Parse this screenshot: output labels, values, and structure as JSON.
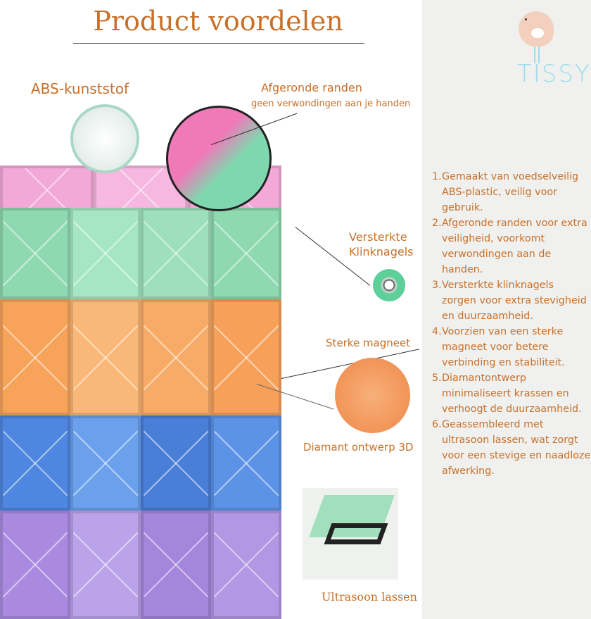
{
  "title": "Product voordelen",
  "brand": {
    "logo_text": "TISSY"
  },
  "callouts": {
    "abs": "ABS-kunststof",
    "edges_title": "Afgeronde randen",
    "edges_sub": "geen verwondingen aan je handen",
    "rivets_line1": "Versterkte",
    "rivets_line2": "Klinknagels",
    "magnet": "Sterke magneet",
    "diamond": "Diamant ontwerp 3D",
    "ultrasonic": "Ultrasoon lassen"
  },
  "colors": {
    "accent": "#c8702a",
    "logo": "#9ddcec",
    "panel": "#f0f0ee"
  },
  "benefits": [
    {
      "num": "1.",
      "text": "Gemaakt van voedselveilig ABS-plastic, veilig voor gebruik."
    },
    {
      "num": "2.",
      "text": "Afgeronde randen voor extra veiligheid, voorkomt verwondingen aan de handen."
    },
    {
      "num": "3.",
      "text": "Versterkte klinknagels zorgen voor extra stevigheid en duurzaamheid."
    },
    {
      "num": "4.",
      "text": "Voorzien van een sterke magneet voor betere verbinding en stabiliteit."
    },
    {
      "num": "5.",
      "text": "Diamantontwerp minimaliseert krassen en verhoogt de duurzaamheid."
    },
    {
      "num": "6.",
      "text": "Geassembleerd met ultrasoon lassen, wat zorgt voor een stevige en naadloze afwerking."
    }
  ]
}
